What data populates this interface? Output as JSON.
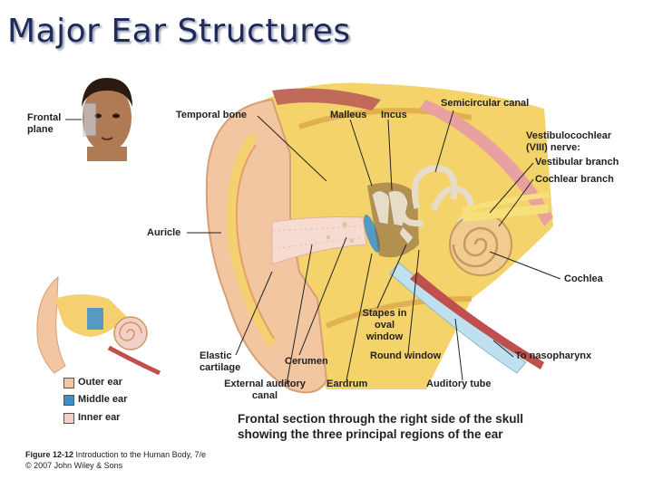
{
  "title": "Major Ear Structures",
  "labels": {
    "frontal_plane": [
      "Frontal",
      "plane"
    ],
    "temporal_bone": "Temporal bone",
    "malleus": "Malleus",
    "incus": "Incus",
    "semicircular_canal": "Semicircular canal",
    "vestibulocochlear_nerve": [
      "Vestibulocochlear",
      "(VIII) nerve:"
    ],
    "vestibular_branch": "Vestibular branch",
    "cochlear_branch": "Cochlear branch",
    "auricle": "Auricle",
    "cochlea": "Cochlea",
    "stapes_in_oval_window": [
      "Stapes in",
      "oval",
      "window"
    ],
    "elastic_cartilage": [
      "Elastic",
      "cartilage"
    ],
    "cerumen": "Cerumen",
    "round_window": "Round window",
    "to_nasopharynx": "To nasopharynx",
    "external_auditory_canal": [
      "External auditory",
      "canal"
    ],
    "eardrum": "Eardrum",
    "auditory_tube": "Auditory tube"
  },
  "legend": [
    {
      "label": "Outer ear",
      "color": "#f2c6a0"
    },
    {
      "label": "Middle ear",
      "color": "#3a8fd0"
    },
    {
      "label": "Inner ear",
      "color": "#f4cfc8"
    }
  ],
  "caption": [
    "Frontal section through the right side of the skull",
    "showing the three principal regions of the ear"
  ],
  "credit": {
    "figure": "Figure 12-12",
    "source": "Introduction to the Human Body, 7/e",
    "copyright": "© 2007 John Wiley & Sons"
  }
}
